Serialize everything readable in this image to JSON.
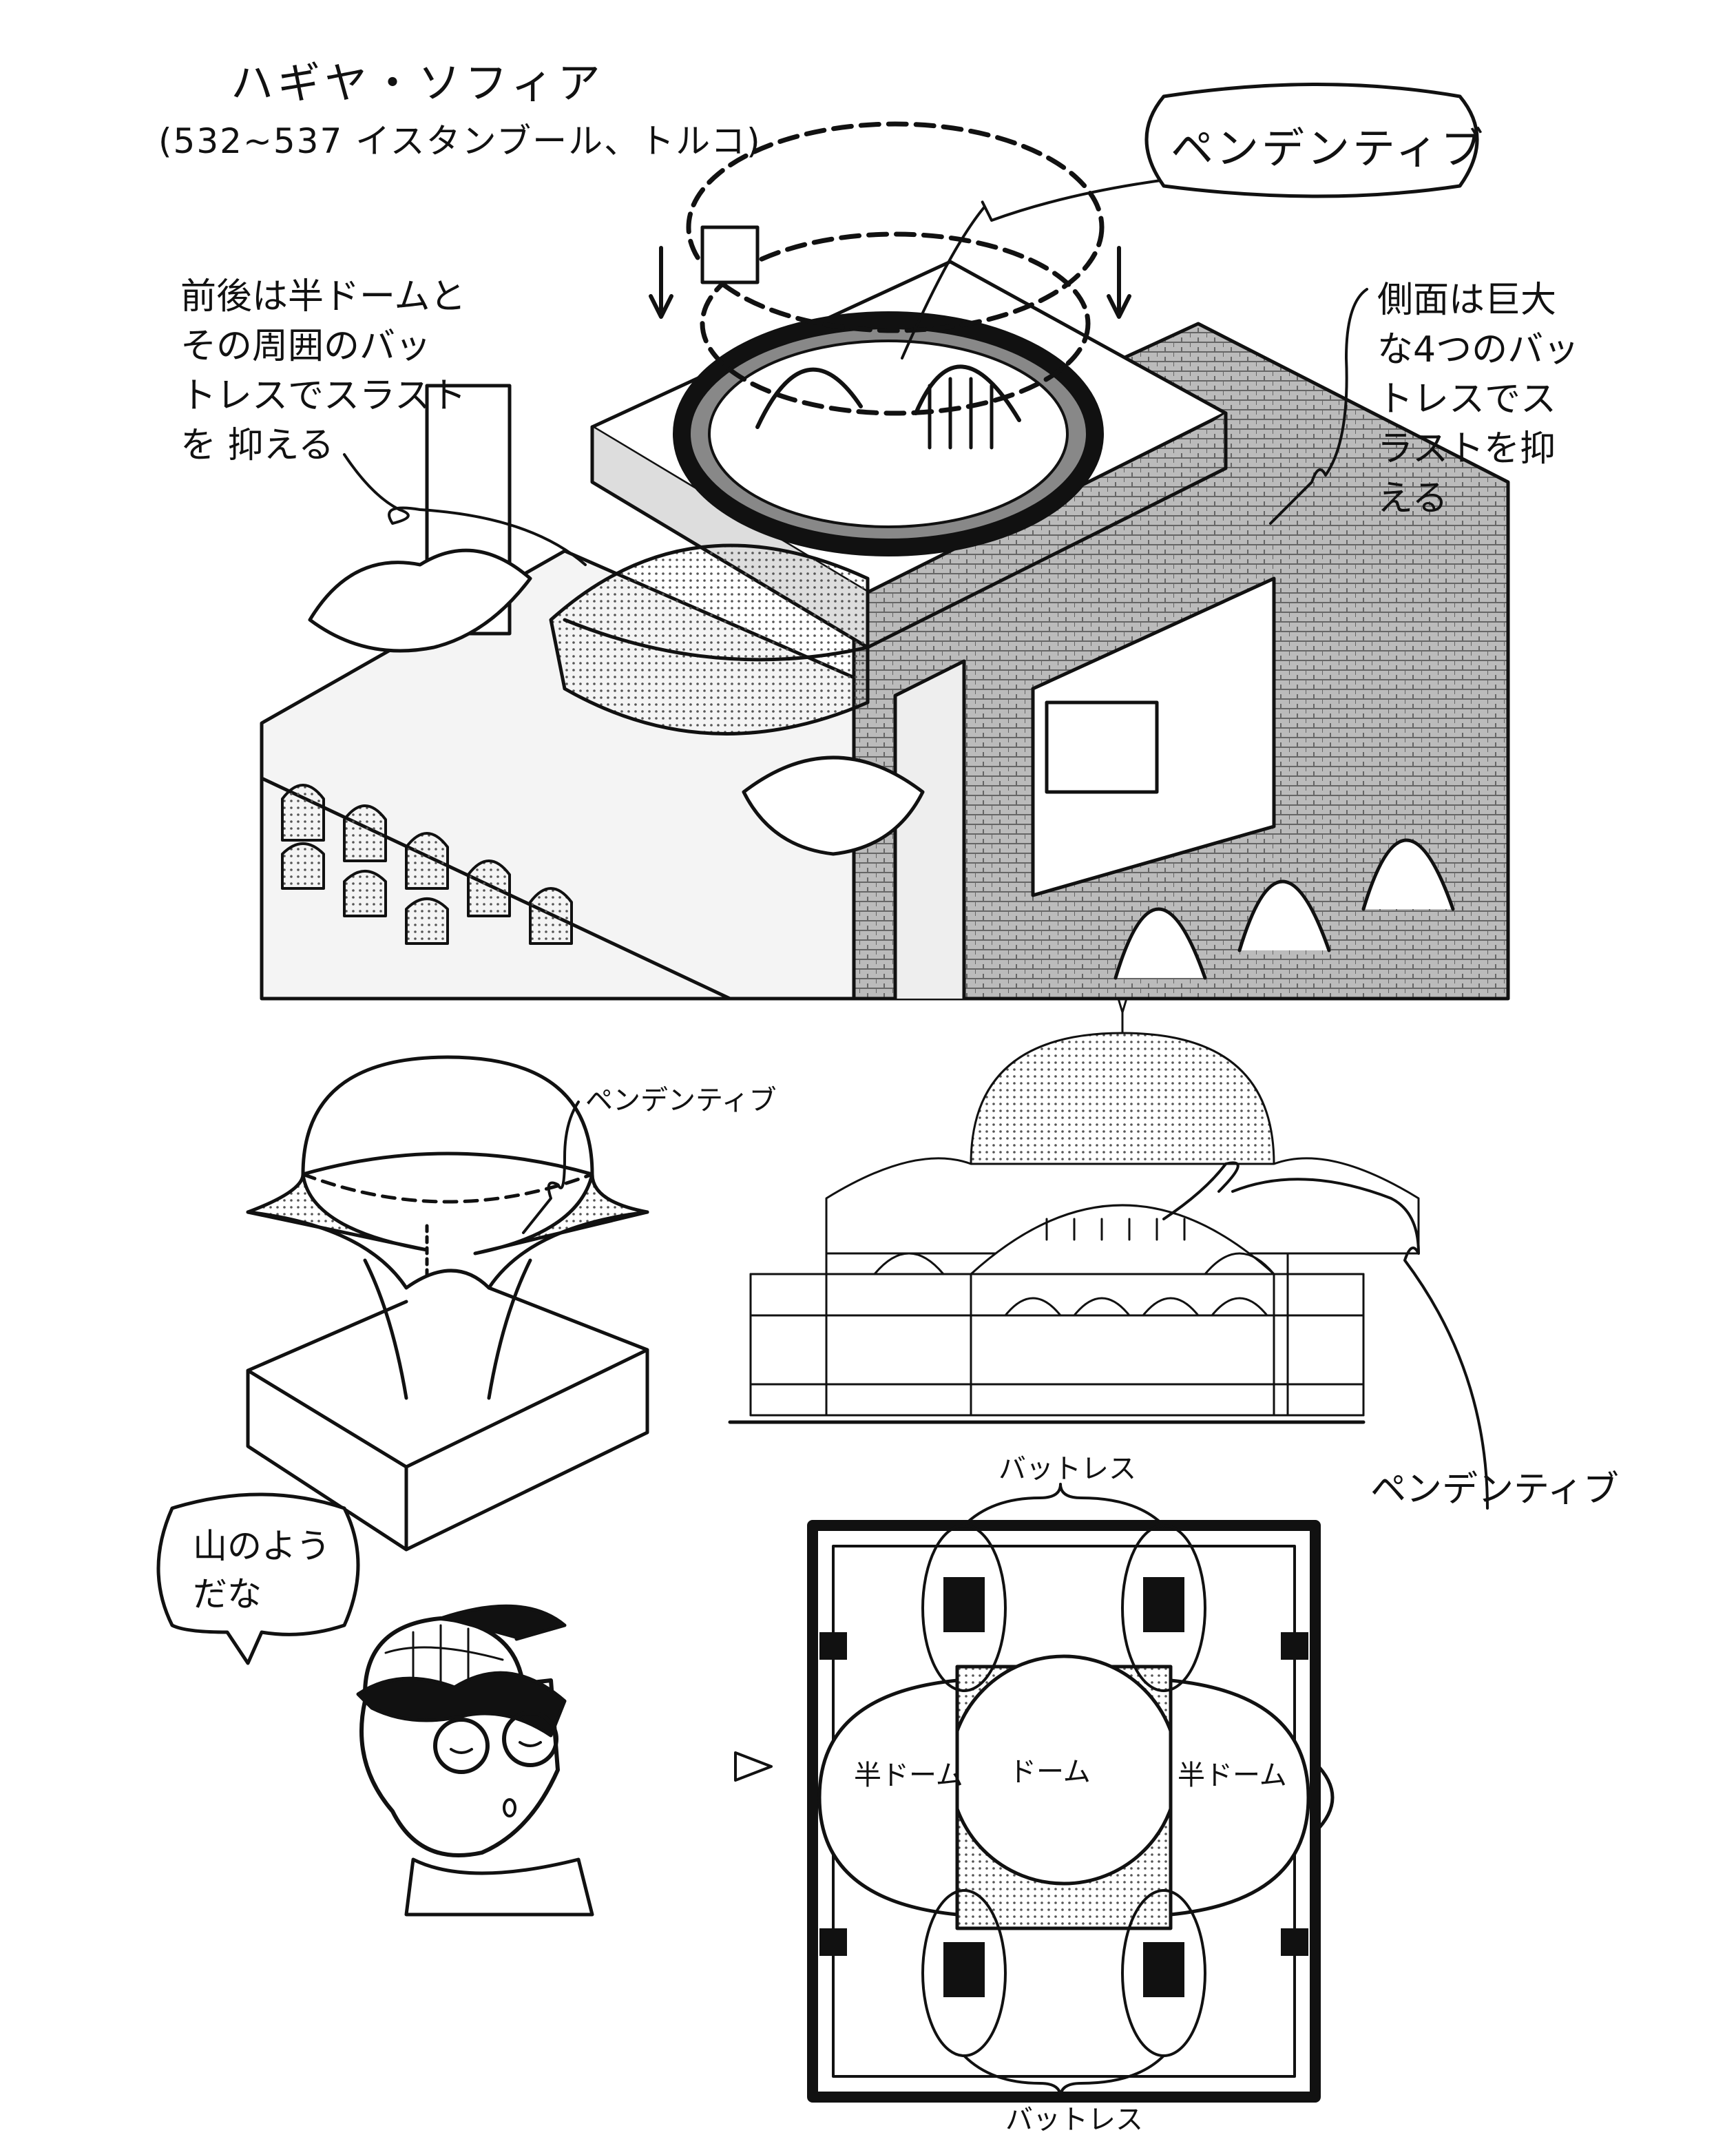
{
  "title": "ハギヤ・ソフィア",
  "subtitle": "(532~537 イスタンブール、トルコ)",
  "callouts": {
    "pendentive_bubble": "ペンデンティブ",
    "front_back_note": "前後は半ドームと\nその周囲のバッ\nトレスでスラスト\nを 抑える",
    "side_note": "側面は巨大\nな4つのバッ\nトレスでス\nラストを抑\nえる",
    "pendentive_diagram_label": "ペンデンティブ",
    "pendentive_plan_label": "ペンデンティブ"
  },
  "plan": {
    "buttress_top": "バットレス",
    "buttress_bottom": "バットレス",
    "half_dome_left": "半ドーム",
    "dome": "ドーム",
    "half_dome_right": "半ドーム"
  },
  "character": {
    "speech": "山のよう\nだな"
  }
}
